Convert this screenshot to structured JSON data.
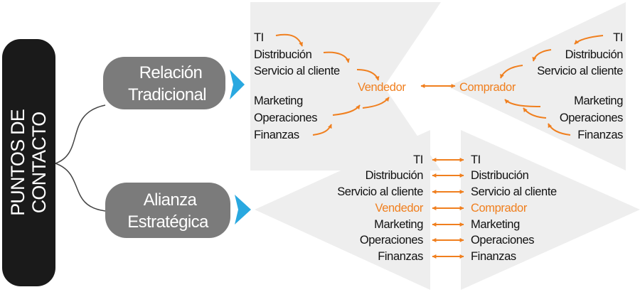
{
  "colors": {
    "accent": "#F07F1E",
    "dark": "#1a1a1a",
    "pill": "#7b7b7b",
    "blue": "#29A8E0",
    "panel": "#eeeeee"
  },
  "side_label": {
    "line1": "PUNTOS DE",
    "line2": "CONTACTO"
  },
  "relacion": {
    "title": [
      "Relación",
      "Tradicional"
    ],
    "vendor_side": [
      "TI",
      "Distribución",
      "Servicio al cliente",
      "Marketing",
      "Operaciones",
      "Finanzas"
    ],
    "vendedor": "Vendedor",
    "comprador": "Comprador",
    "buyer_side": [
      "TI",
      "Distribución",
      "Servicio al cliente",
      "Marketing",
      "Operaciones",
      "Finanzas"
    ]
  },
  "alianza": {
    "title": [
      "Alianza",
      "Estratégica"
    ],
    "left": [
      "TI",
      "Distribución",
      "Servicio al cliente",
      "Vendedor",
      "Marketing",
      "Operaciones",
      "Finanzas"
    ],
    "right": [
      "TI",
      "Distribución",
      "Servicio al cliente",
      "Comprador",
      "Marketing",
      "Operaciones",
      "Finanzas"
    ],
    "highlight_index": 3
  }
}
